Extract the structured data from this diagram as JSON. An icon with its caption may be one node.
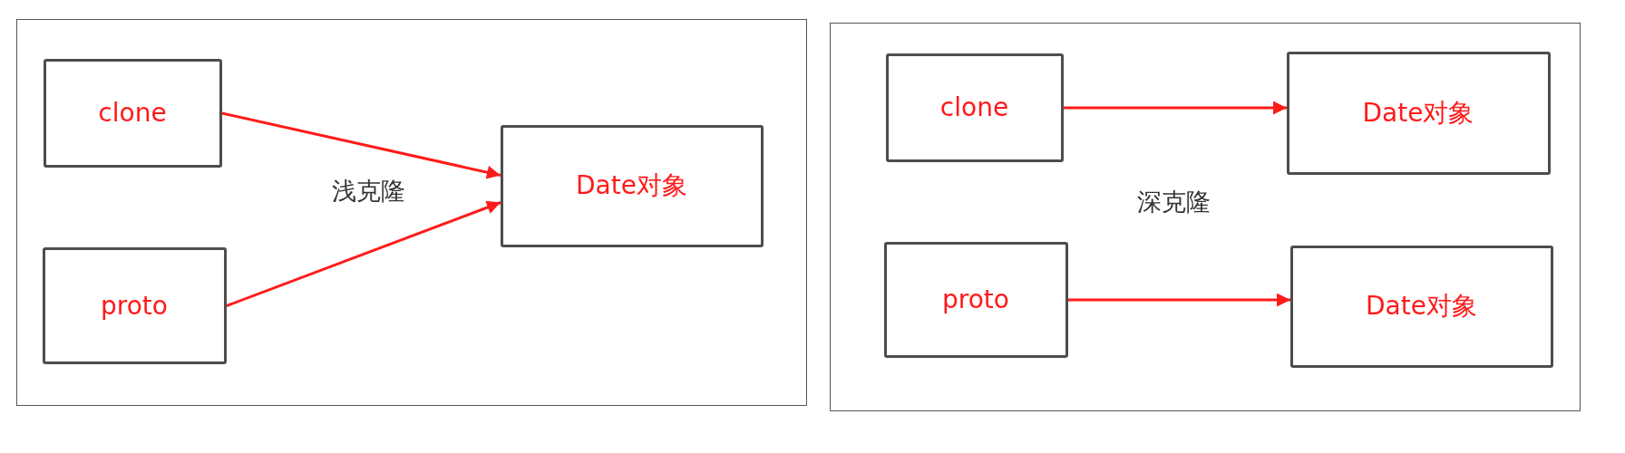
{
  "diagram": {
    "nodes": [
      {
        "text": [],
        "shape": "box"
      },
      {
        "text": [
          "clone"
        ],
        "in": 0
      },
      {
        "text": [
          "proto"
        ],
        "in": 0
      },
      {
        "text": [
          "Date对象"
        ],
        "in": 0
      },
      {
        "text": [],
        "shape": "box"
      },
      {
        "text": [
          "clone"
        ],
        "in": 4
      },
      {
        "text": [
          "Date对象"
        ],
        "in": 4
      },
      {
        "text": [
          "proto"
        ],
        "in": 4
      },
      {
        "text": [
          "Date对象"
        ],
        "in": 4
      }
    ],
    "edges": [
      {
        "from": 1,
        "to": 3,
        "arrow": "to"
      },
      {
        "from": 2,
        "to": 3,
        "arrow": "to"
      },
      {
        "from": 5,
        "to": 6,
        "arrow": "to"
      },
      {
        "from": 7,
        "to": 8,
        "arrow": "to"
      }
    ],
    "labels": [
      "浅克隆",
      "深克隆"
    ]
  }
}
